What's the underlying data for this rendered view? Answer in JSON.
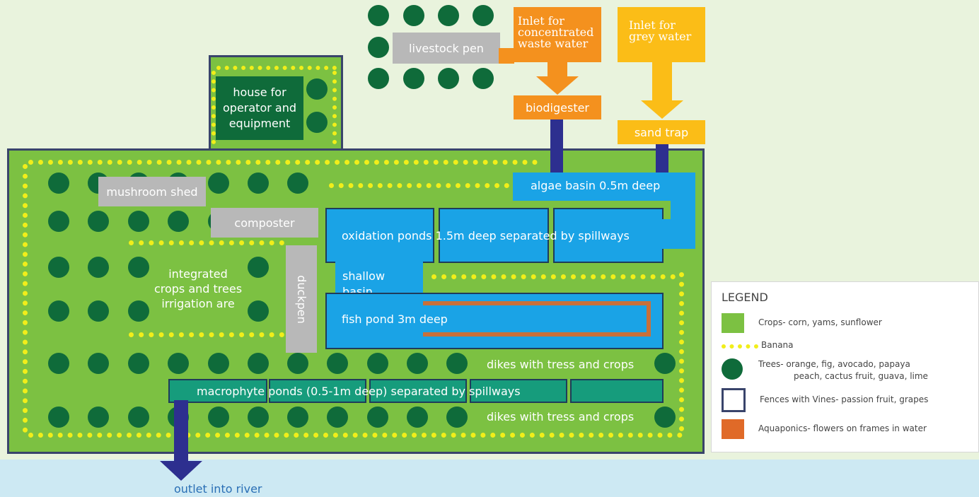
{
  "colors": {
    "background": "#e9f3dd",
    "field_green": "#7cc142",
    "fence_navy": "#39446b",
    "tree_green": "#0f6b3a",
    "banana_yellow": "#f1ee1a",
    "pond_blue": "#1aa3e6",
    "macrophyte_teal": "#169c7c",
    "aquaponics_orange": "#c8703a",
    "inlet_orange": "#f4911e",
    "inlet_yellow": "#fbbd17",
    "grey_building": "#b8b8b8",
    "river": "#cde9f3",
    "pipe_navy": "#2d2f8f"
  },
  "labels": {
    "livestock_pen": "livestock pen",
    "inlet_waste_line1": "Inlet for",
    "inlet_waste_line2": "concentrated",
    "inlet_waste_line3": "waste water",
    "inlet_grey_line1": "Inlet for",
    "inlet_grey_line2": "grey water",
    "biodigester": "biodigester",
    "sand_trap": "sand trap",
    "house_line1": "house for",
    "house_line2": "operator and",
    "house_line3": "equipment",
    "mushroom_shed": "mushroom shed",
    "composter": "composter",
    "duckpen": "duckpen",
    "irrigation_line1": "integrated",
    "irrigation_line2": "crops and trees",
    "irrigation_line3": "irrigation are",
    "algae_basin": "algae basin 0.5m deep",
    "oxidation_ponds": "oxidation ponds 1.5m deep separated by spillways",
    "shallow_line1": "shallow",
    "shallow_line2": "basin",
    "fish_pond": "fish pond 3m deep",
    "dikes_1": "dikes with tress and crops",
    "macrophyte": "macrophyte ponds (0.5-1m deep) separated by spillways",
    "dikes_2": "dikes with tress and crops",
    "outlet": "outlet into river"
  },
  "legend": {
    "title": "LEGEND",
    "crops": "Crops- corn, yams, sunflower",
    "banana": "Banana",
    "trees_line1": "Trees- orange, fig, avocado, papaya",
    "trees_line2": "peach, cactus fruit, guava, lime",
    "fences": "Fences with Vines- passion fruit, grapes",
    "aquaponics": "Aquaponics- flowers on frames in water"
  }
}
